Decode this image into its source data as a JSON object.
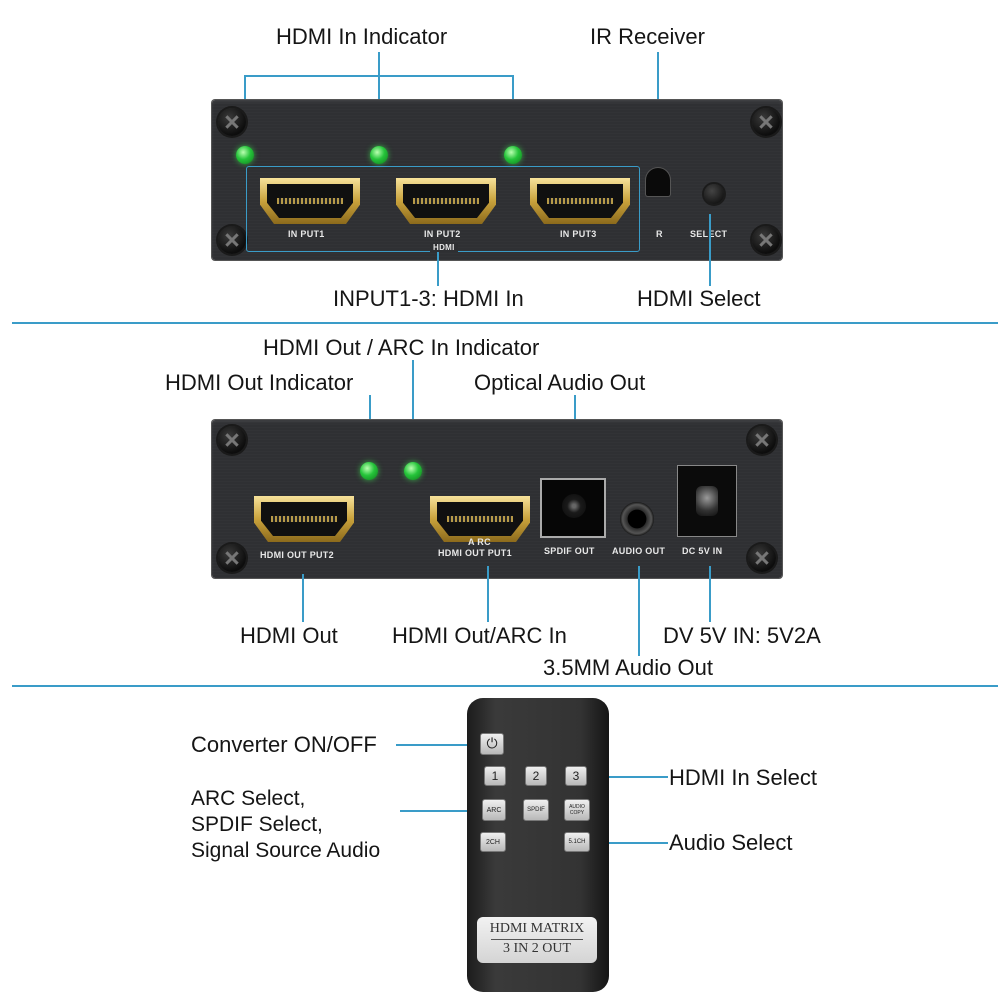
{
  "section1": {
    "callouts": {
      "hdmi_in_indicator": "HDMI In Indicator",
      "ir_receiver": "IR Receiver",
      "input_hdmi_in": "INPUT1-3: HDMI In",
      "hdmi_select": "HDMI Select"
    },
    "panel_labels": {
      "input1": "IN PUT1",
      "input2": "IN PUT2",
      "input3": "IN PUT3",
      "hdmi": "HDMI",
      "ir": "R",
      "select": "SELECT"
    }
  },
  "section2": {
    "callouts": {
      "hdmi_out_arc_indicator": "HDMI Out / ARC In Indicator",
      "hdmi_out_indicator": "HDMI Out Indicator",
      "optical_audio_out": "Optical Audio Out",
      "hdmi_out": "HDMI Out",
      "hdmi_out_arc_in": "HDMI Out/ARC In",
      "audio_out_35mm": "3.5MM Audio Out",
      "dc_in": "DV 5V IN: 5V2A"
    },
    "panel_labels": {
      "output2": "HDMI OUT PUT2",
      "arc": "A RC",
      "output1": "HDMI OUT PUT1",
      "spdif": "SPDIF OUT",
      "audio_out": "AUDIO OUT",
      "dc": "DC 5V IN"
    }
  },
  "section3": {
    "callouts": {
      "converter_power": "Converter ON/OFF",
      "hdmi_in_select": "HDMI In Select",
      "arc_spdif_source": "ARC Select,\nSPDIF Select,\nSignal Source Audio",
      "audio_select": "Audio Select"
    },
    "remote": {
      "power_glyph": "⏻",
      "btn1": "1",
      "btn2": "2",
      "btn3": "3",
      "arc": "ARC",
      "spdif": "SPDIF",
      "audio_copy": "AUDIO\nCOPY",
      "ch2": "2CH",
      "ch51": "5.1CH",
      "brand_line1": "HDMI MATRIX",
      "brand_line2": "3 IN 2 OUT"
    }
  }
}
